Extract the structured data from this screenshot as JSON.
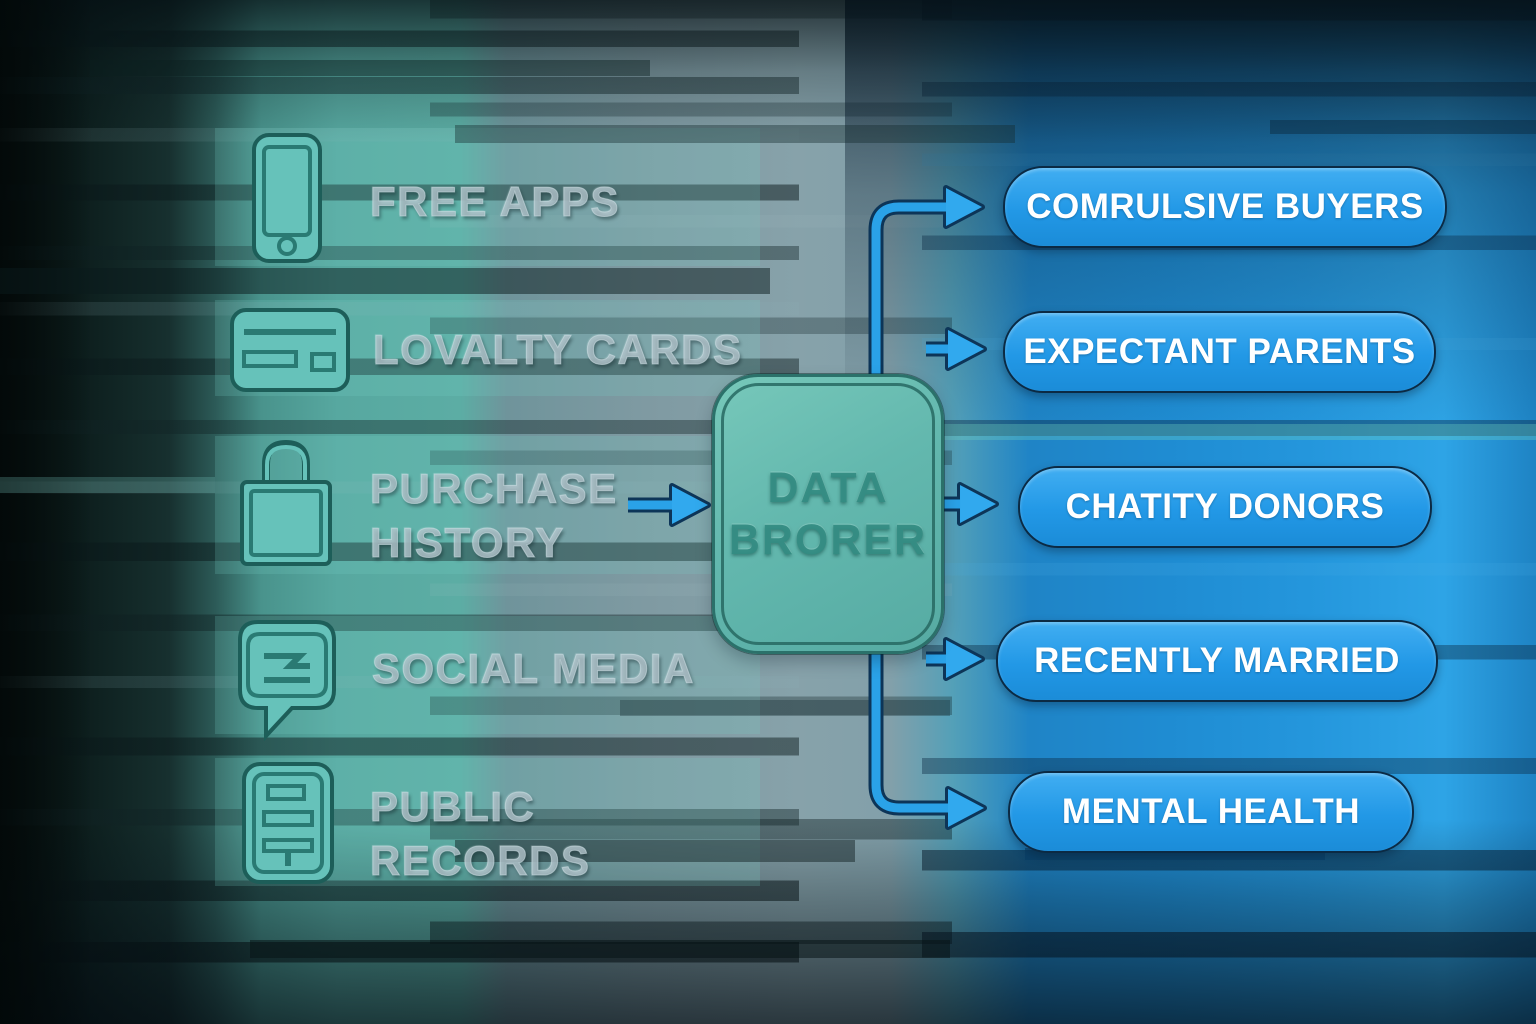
{
  "diagram": {
    "sources": [
      {
        "label": "FREE APPS",
        "icon": "smartphone-icon"
      },
      {
        "label": "LOVALTY CARDS",
        "icon": "loyalty-card-icon"
      },
      {
        "label": "PURCHASE HISTORY",
        "icon": "shopping-bag-icon"
      },
      {
        "label": "SOCIAL MEDIA",
        "icon": "speech-bubble-icon"
      },
      {
        "label": "PUBLIC RECORDS",
        "icon": "document-icon"
      }
    ],
    "broker": {
      "line1": "DATA",
      "line2": "BRORER"
    },
    "segments": [
      {
        "label": "COMRULSIVE BUYERS"
      },
      {
        "label": "EXPECTANT PARENTS"
      },
      {
        "label": "CHATITY DONORS"
      },
      {
        "label": "RECENTLY MARRIED"
      },
      {
        "label": "MENTAL HEALTH"
      }
    ],
    "colors": {
      "pill_blue": "#2298e6",
      "arrow_blue": "#2aa2e8",
      "arrow_outline": "#0d3558",
      "broker_teal": "#5fb5ab",
      "icon_teal": "#63bfb7",
      "label_gray": "#b2c4cc"
    }
  }
}
